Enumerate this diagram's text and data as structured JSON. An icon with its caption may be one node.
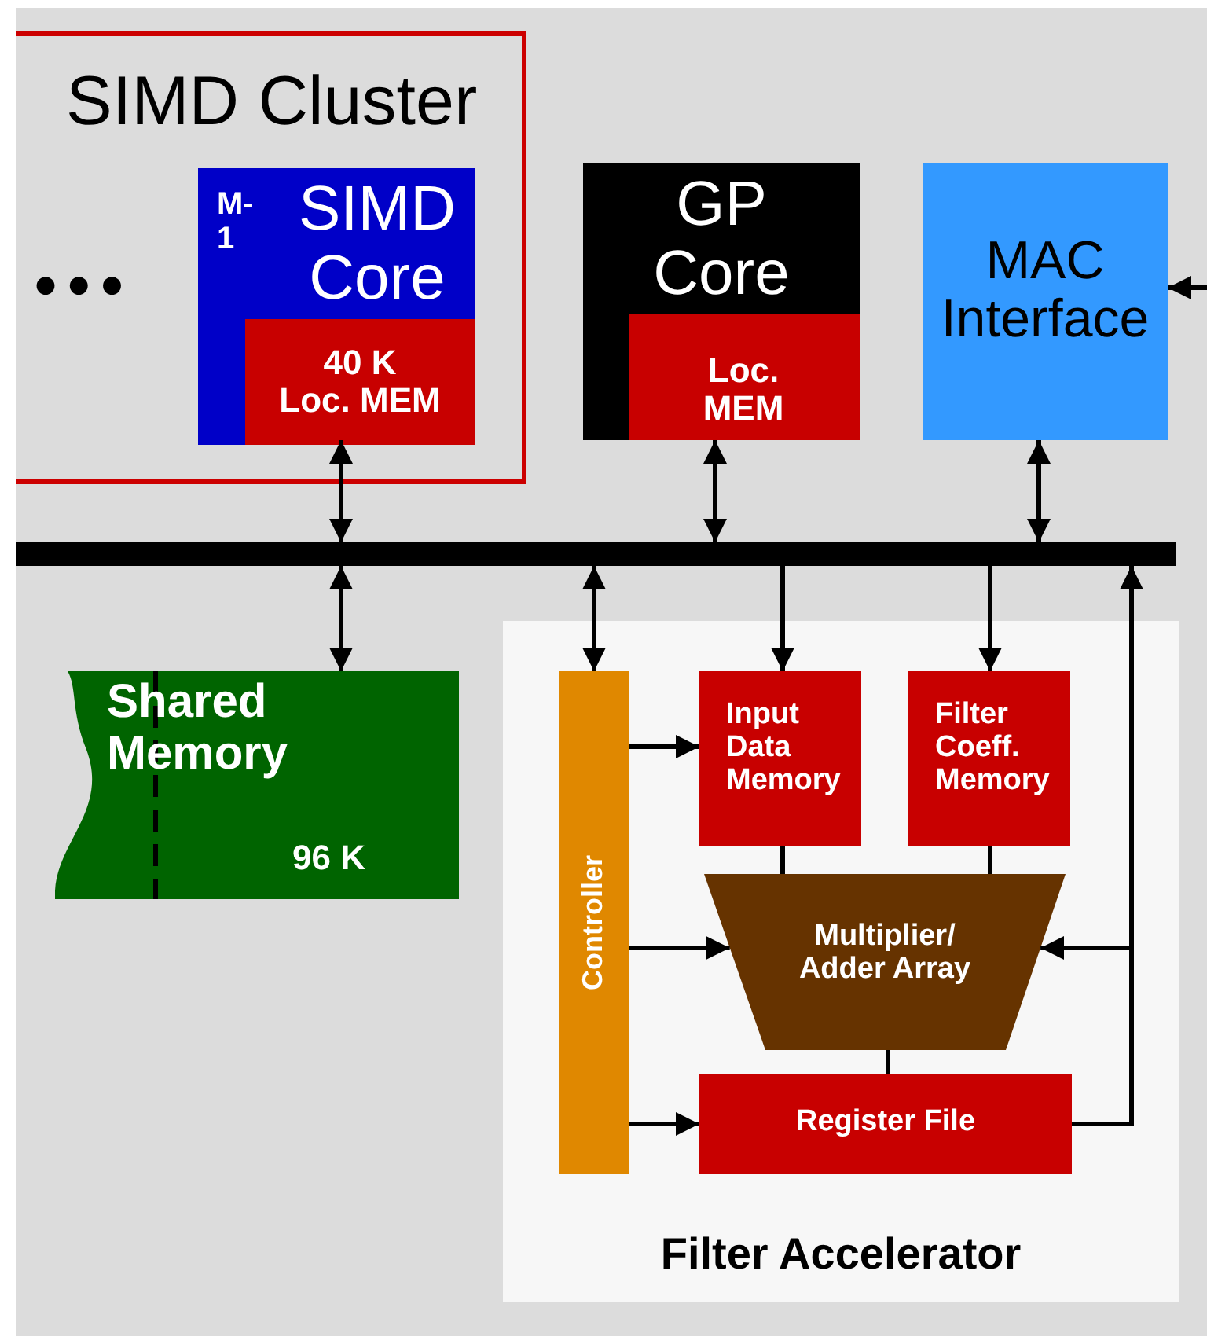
{
  "diagram": {
    "nodes": [
      {
        "text": [
          "SIMD Cluster"
        ]
      },
      {
        "text": [
          "M-1",
          "SIMD Core"
        ],
        "in": 0
      },
      {
        "text": [
          "40 K Loc. MEM"
        ],
        "in": 1
      },
      {
        "text": [
          "GP Core"
        ]
      },
      {
        "text": [
          "Loc. MEM"
        ],
        "in": 3
      },
      {
        "text": [
          "MAC Interface"
        ]
      },
      {
        "text": [],
        "shape": "bar"
      },
      {
        "text": [
          "Shared Memory",
          "96 K"
        ]
      },
      {
        "text": [
          "Filter Accelerator"
        ]
      },
      {
        "text": [
          "Controller"
        ],
        "in": 8
      },
      {
        "text": [
          "Input Data Memory"
        ],
        "in": 8
      },
      {
        "text": [
          "Filter Coeff. Memory"
        ],
        "in": 8
      },
      {
        "text": [
          "Multiplier/ Adder Array"
        ],
        "in": 8
      },
      {
        "text": [
          "Register File"
        ],
        "in": 8
      }
    ],
    "edges": [
      {
        "from": 2,
        "to": 6,
        "arrow": "both"
      },
      {
        "from": 4,
        "to": 6,
        "arrow": "both"
      },
      {
        "from": 5,
        "to": 6,
        "arrow": "both"
      },
      {
        "from": null,
        "to": 5,
        "arrow": "to"
      },
      {
        "from": 6,
        "to": 7,
        "arrow": "both"
      },
      {
        "from": 6,
        "to": 9,
        "arrow": "both"
      },
      {
        "from": 6,
        "to": 10,
        "arrow": "to"
      },
      {
        "from": 6,
        "to": 11,
        "arrow": "to"
      },
      {
        "from": 13,
        "to": 6,
        "arrow": "to"
      },
      {
        "from": 13,
        "to": 12,
        "arrow": "to"
      },
      {
        "from": 9,
        "to": 10,
        "arrow": "to"
      },
      {
        "from": 9,
        "to": 12,
        "arrow": "to"
      },
      {
        "from": 9,
        "to": 13,
        "arrow": "to"
      },
      {
        "from": 10,
        "to": 12,
        "arrow": "none"
      },
      {
        "from": 11,
        "to": 12,
        "arrow": "none"
      },
      {
        "from": 12,
        "to": 13,
        "arrow": "none"
      }
    ],
    "labels": [
      "• • •"
    ]
  }
}
